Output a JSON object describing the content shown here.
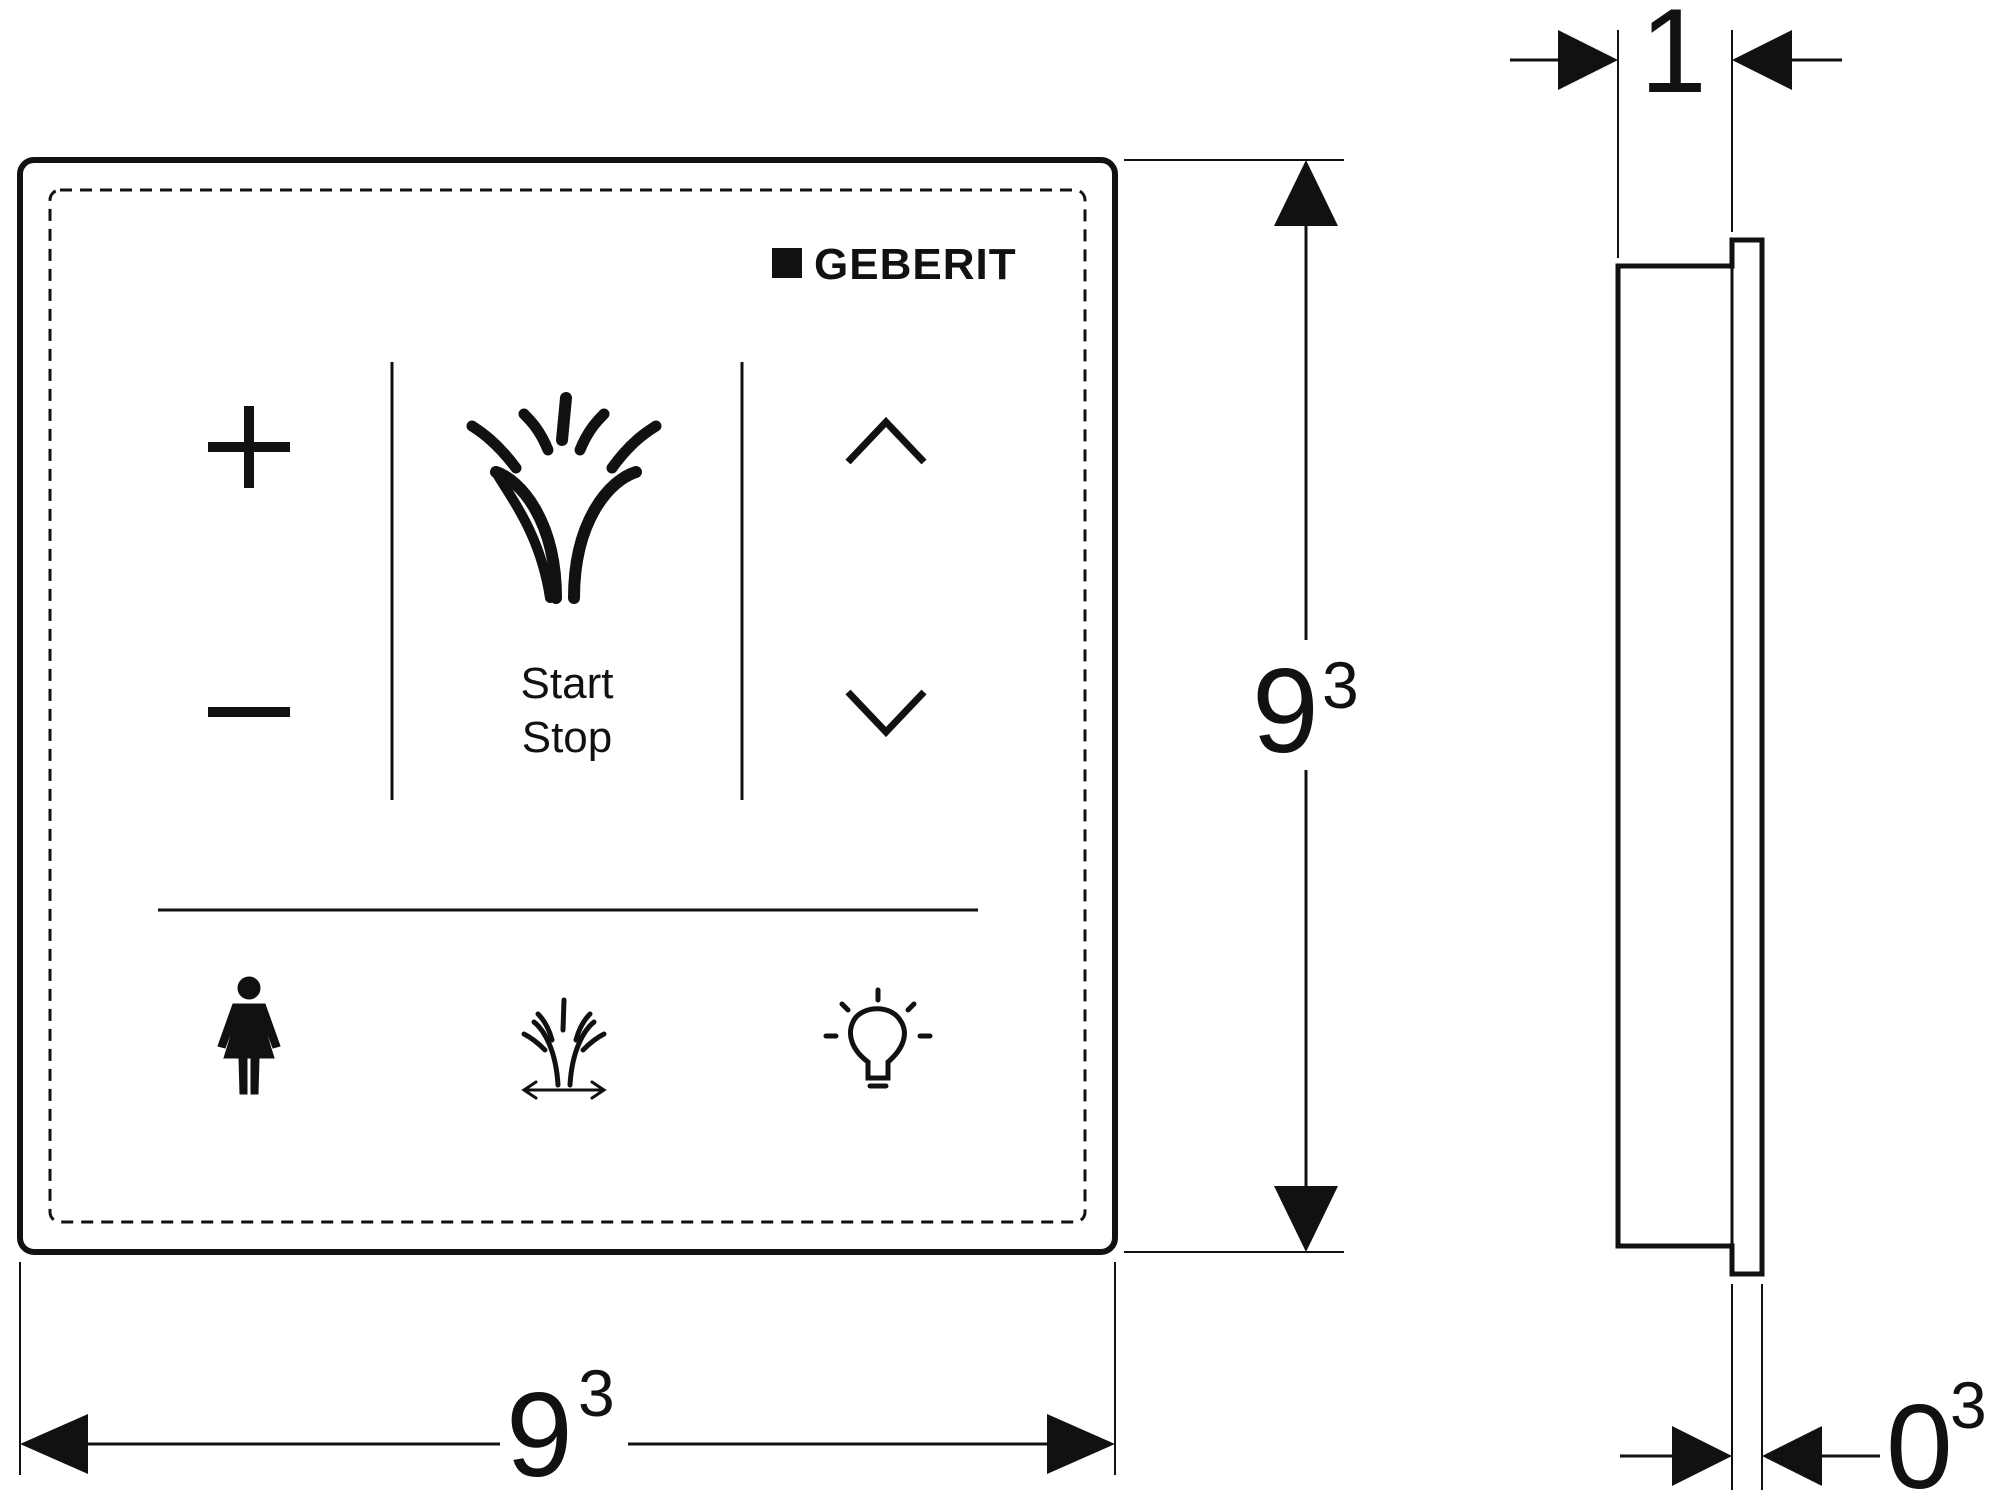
{
  "brand": {
    "name": "GEBERIT"
  },
  "panel": {
    "start_label": "Start",
    "stop_label": "Stop"
  },
  "icons": [
    "plus-icon",
    "minus-icon",
    "spray-fountain-icon",
    "chevron-up-icon",
    "chevron-down-icon",
    "lady-shower-icon",
    "spray-width-icon",
    "light-bulb-icon"
  ],
  "dimensions": {
    "width": {
      "base": "9",
      "sup": "3"
    },
    "height": {
      "base": "9",
      "sup": "3"
    },
    "depth": {
      "base": "1"
    },
    "plate_thickness": {
      "base": "0",
      "sup": "3"
    }
  },
  "colors": {
    "line": "#111111",
    "background": "#ffffff"
  }
}
